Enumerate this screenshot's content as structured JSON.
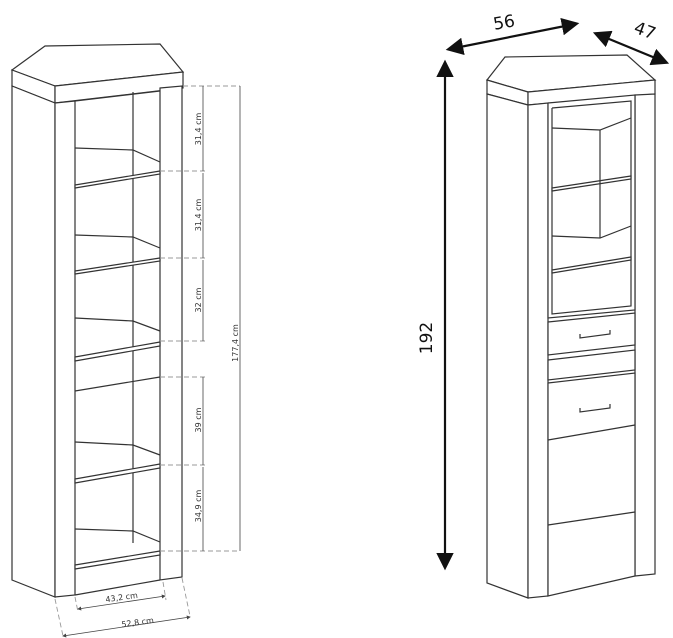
{
  "left_view": {
    "shelf_heights": [
      "31,4 cm",
      "31,4 cm",
      "32 cm",
      "39 cm",
      "34,9 cm"
    ],
    "total_inner_height": "177,4 cm",
    "inner_width": "43,2 cm",
    "outer_width": "52,8 cm"
  },
  "right_view": {
    "width": "56",
    "depth": "47",
    "height": "192"
  }
}
